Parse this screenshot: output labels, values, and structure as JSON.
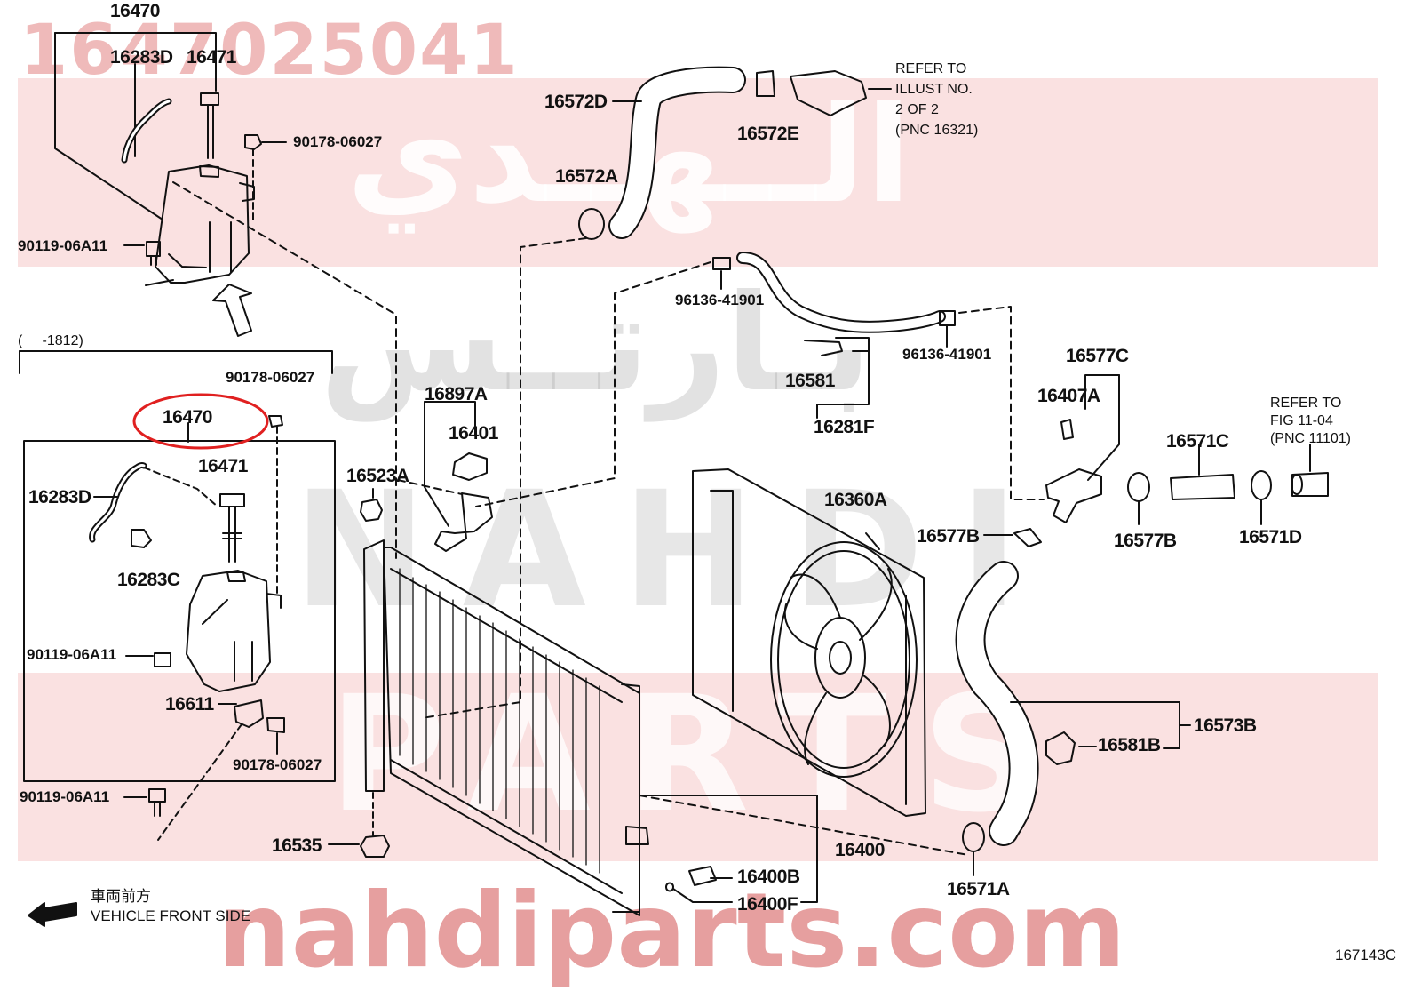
{
  "watermark": {
    "part_number": "1647025041",
    "arabic_top": "الــهــدي",
    "arabic_mid": "بـارتــس",
    "latin_mid_1": "NAHDI",
    "latin_mid_2": "PARTS",
    "site": "nahdiparts.com"
  },
  "labels": [
    {
      "id": "16470-top",
      "text": "16470"
    },
    {
      "id": "16283D-top",
      "text": "16283D"
    },
    {
      "id": "16471-top",
      "text": "16471"
    },
    {
      "id": "90178-top",
      "text": "90178-06027"
    },
    {
      "id": "90119-top",
      "text": "90119-06A11"
    },
    {
      "id": "16572D",
      "text": "16572D"
    },
    {
      "id": "16572E",
      "text": "16572E"
    },
    {
      "id": "16572A",
      "text": "16572A"
    },
    {
      "id": "96136-a",
      "text": "96136-41901"
    },
    {
      "id": "96136-b",
      "text": "96136-41901"
    },
    {
      "id": "16581",
      "text": "16581"
    },
    {
      "id": "16281F",
      "text": "16281F"
    },
    {
      "id": "16897A",
      "text": "16897A"
    },
    {
      "id": "16401",
      "text": "16401"
    },
    {
      "id": "16523A",
      "text": "16523A"
    },
    {
      "id": "16577C",
      "text": "16577C"
    },
    {
      "id": "16407A",
      "text": "16407A"
    },
    {
      "id": "16571C",
      "text": "16571C"
    },
    {
      "id": "16360A",
      "text": "16360A"
    },
    {
      "id": "16577B-a",
      "text": "16577B"
    },
    {
      "id": "16577B-b",
      "text": "16577B"
    },
    {
      "id": "16571D",
      "text": "16571D"
    },
    {
      "id": "16573B",
      "text": "16573B"
    },
    {
      "id": "16581B",
      "text": "16581B"
    },
    {
      "id": "16400",
      "text": "16400"
    },
    {
      "id": "16400B",
      "text": "16400B"
    },
    {
      "id": "16400F",
      "text": "16400F"
    },
    {
      "id": "16571A",
      "text": "16571A"
    },
    {
      "id": "16535",
      "text": "16535"
    },
    {
      "id": "90119-mid",
      "text": "90119-06A11"
    },
    {
      "id": "90119-bot",
      "text": "90119-06A11"
    },
    {
      "id": "16470-box",
      "text": "16470"
    },
    {
      "id": "16471-box",
      "text": "16471"
    },
    {
      "id": "16283D-box",
      "text": "16283D"
    },
    {
      "id": "16283C",
      "text": "16283C"
    },
    {
      "id": "90178-box-top",
      "text": "90178-06027"
    },
    {
      "id": "90178-box-bot",
      "text": "90178-06027"
    },
    {
      "id": "16611",
      "text": "16611"
    }
  ],
  "notes": {
    "refer_1": "REFER TO\nILLUST NO.\n2 OF 2\n(PNC 16321)",
    "refer_2": "REFER TO\nFIG 11-04\n(PNC 11101)",
    "date_range": "(     -1812)"
  },
  "front_label": {
    "jp": "車両前方",
    "en": "VEHICLE FRONT SIDE"
  },
  "figure_code": "167143C",
  "colors": {
    "line": "#111111",
    "highlight_circle": "#e02020",
    "band": "#e87878"
  }
}
